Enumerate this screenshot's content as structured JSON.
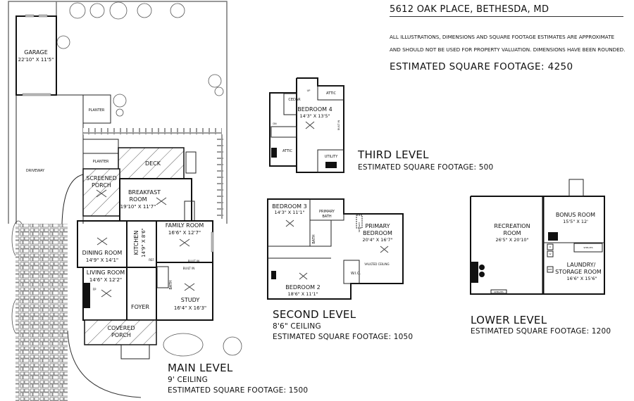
{
  "header": {
    "address": "5612 OAK PLACE, BETHESDA, MD",
    "disclaimer_line1": "ALL ILLUSTRATIONS, DIMENSIONS AND SQUARE FOOTAGE ESTIMATES ARE APPROXIMATE",
    "disclaimer_line2": "AND  SHOULD NOT BE USED FOR PROPERTY VALUATION. DIMENSIONS HAVE BEEN ROUNDED.",
    "total_sqft": "ESTIMATED SQUARE FOOTAGE: 4250"
  },
  "levels": {
    "main": {
      "title": "MAIN LEVEL",
      "ceiling": "9' CEILING",
      "sqft": "ESTIMATED SQUARE FOOTAGE: 1500",
      "rooms": {
        "garage": {
          "name": "GARAGE",
          "dims": "22'10\" X 11'5\""
        },
        "driveway": {
          "name": "DRIVEWAY"
        },
        "planter1": {
          "name": "PLANTER"
        },
        "planter2": {
          "name": "PLANTER"
        },
        "deck": {
          "name": "DECK"
        },
        "screened_porch": {
          "name1": "SCREENED",
          "name2": "PORCH"
        },
        "breakfast": {
          "name1": "BREAKFAST",
          "name2": "ROOM",
          "dims": "19'10\" X 11'7\""
        },
        "family": {
          "name": "FAMILY ROOM",
          "dims": "16'6\" X 12'7\""
        },
        "dining": {
          "name": "DINING ROOM",
          "dims": "14'9\" X 14'1\""
        },
        "kitchen": {
          "name": "KITCHEN",
          "dims": "14'9\" X 8'6\""
        },
        "living": {
          "name": "LIVING ROOM",
          "dims": "14'6\" X 12'2\""
        },
        "foyer": {
          "name": "FOYER"
        },
        "bath": {
          "name": "BATH"
        },
        "study": {
          "name": "STUDY",
          "dims": "16'4\" X 16'3\""
        },
        "covered_porch": {
          "name1": "COVERED",
          "name2": "PORCH"
        },
        "built_in1": "BUILT IN",
        "built_in2": "BUILT IN",
        "fp": "FP",
        "refrigerator": "REF"
      }
    },
    "second": {
      "title": "SECOND LEVEL",
      "ceiling": "8'6\" CEILING",
      "sqft": "ESTIMATED SQUARE FOOTAGE: 1050",
      "rooms": {
        "bedroom3": {
          "name": "BEDROOM 3",
          "dims": "14'3\" X 11'1\""
        },
        "primary_bath": {
          "name1": "PRIMARY",
          "name2": "BATH"
        },
        "bath": {
          "name": "BATH"
        },
        "primary_bedroom": {
          "name1": "PRIMARY",
          "name2": "BEDROOM",
          "dims": "20'4\" X 16'7\"",
          "note": "VAULTED CEILING"
        },
        "skylight": "SKYLIGHT",
        "wic": {
          "name": "W.I.C."
        },
        "bedroom2": {
          "name": "BEDROOM 2",
          "dims": "18'6\" X 11'1\""
        }
      }
    },
    "third": {
      "title": "THIRD LEVEL",
      "sqft": "ESTIMATED SQUARE FOOTAGE: 500",
      "rooms": {
        "cedar": {
          "name": "CEDAR"
        },
        "bedroom4": {
          "name": "BEDROOM 4",
          "dims": "14'3\" X 13'5\""
        },
        "attic1": {
          "name": "ATTIC"
        },
        "attic2": {
          "name": "ATTIC"
        },
        "utility": {
          "name": "UTILITY"
        },
        "built_in": "BUILT IN"
      }
    },
    "lower": {
      "title": "LOWER LEVEL",
      "sqft": "ESTIMATED SQUARE FOOTAGE: 1200",
      "rooms": {
        "recreation": {
          "name1": "RECREATION",
          "name2": "ROOM",
          "dims": "26'5\" X 20'10\""
        },
        "bonus": {
          "name": "BONUS ROOM",
          "dims": "15'5\" X 12'"
        },
        "laundry": {
          "name1": "LAUNDRY/",
          "name2": "STORAGE ROOM",
          "dims": "16'6\" X 15'6\""
        },
        "shelves1": "SHELVES",
        "shelves2": "SHELVES",
        "dryer": "D",
        "washer": "W",
        "ref": "REF"
      }
    },
    "stair_labels": {
      "up": "UP",
      "dn": "DN"
    }
  }
}
